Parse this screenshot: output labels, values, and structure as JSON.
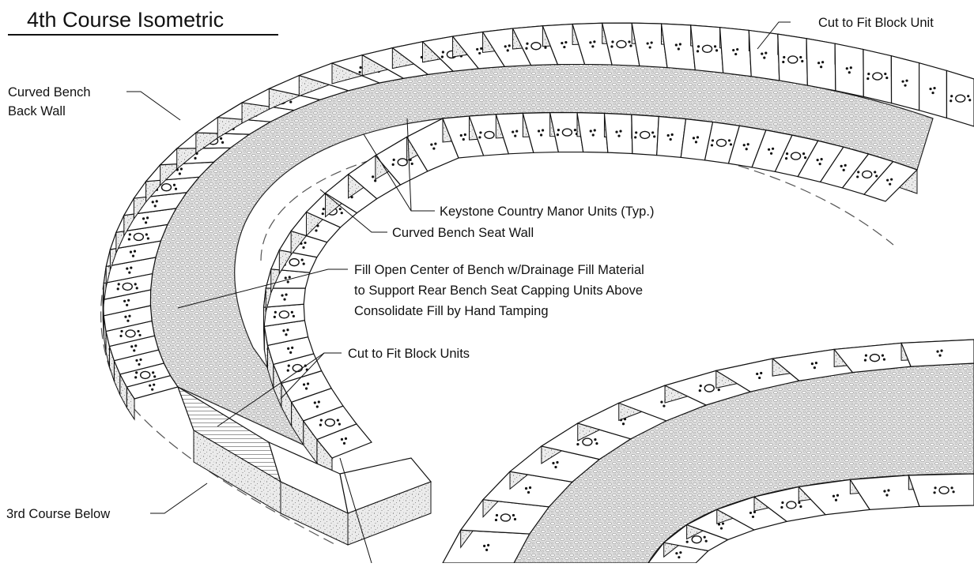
{
  "title": "4th Course Isometric",
  "labels": {
    "cut_to_fit_top": "Cut to Fit Block Unit",
    "back_wall_line1": "Curved Bench",
    "back_wall_line2": "Back Wall",
    "keystone_units": "Keystone Country Manor Units (Typ.)",
    "seat_wall": "Curved Bench Seat Wall",
    "fill_line1": "Fill Open Center of Bench w/Drainage Fill Material",
    "fill_line2": "to Support Rear Bench Seat Capping Units Above",
    "fill_line3": "Consolidate Fill by Hand Tamping",
    "cut_to_fit_units": "Cut to Fit Block Units",
    "third_course": "3rd Course Below"
  },
  "colors": {
    "ink": "#111111",
    "fill_band": "#d9d9d9",
    "block_top": "#ffffff",
    "block_face": "#e6e6e6"
  }
}
